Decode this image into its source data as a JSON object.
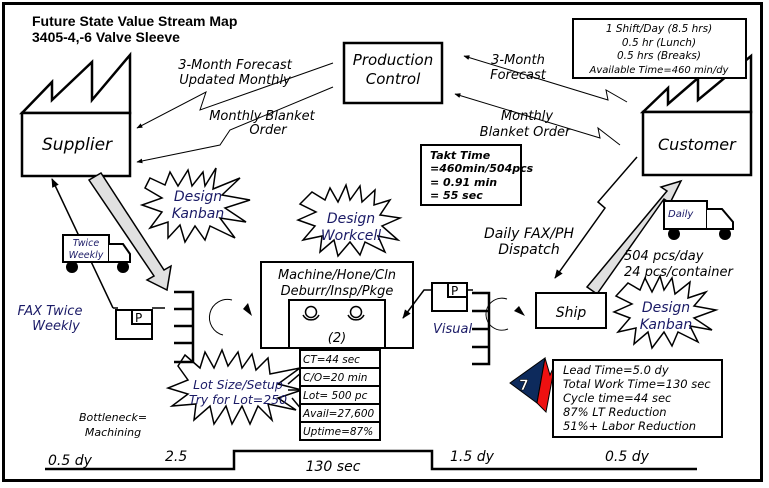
{
  "title": {
    "line1": "Future State Value Stream Map",
    "line2": "3405-4,-6 Valve Sleeve"
  },
  "supplier": {
    "label": "Supplier"
  },
  "customer": {
    "label": "Customer"
  },
  "production_control": {
    "line1": "Production",
    "line2": "Control"
  },
  "customer_info": {
    "lines": [
      "1 Shift/Day (8.5 hrs)",
      "0.5 hr (Lunch)",
      "0.5 hrs (Breaks)",
      "Available Time=460 min/dy"
    ]
  },
  "takt": {
    "lines": [
      "Takt Time",
      "=460min/504pcs",
      "= 0.91 min",
      "= 55 sec"
    ]
  },
  "info_flows": {
    "forecast_to_supplier": [
      "3-Month Forecast",
      "Updated Monthly"
    ],
    "order_to_supplier": [
      "Monthly Blanket",
      "Order"
    ],
    "forecast_from_customer": [
      "3-Month",
      "Forecast"
    ],
    "order_from_customer": [
      "Monthly",
      "Blanket Order"
    ],
    "daily_fax": [
      "Daily FAX/PH",
      "Dispatch"
    ],
    "fax_twice": [
      "FAX Twice",
      "Weekly"
    ],
    "visual": "Visual"
  },
  "trucks": {
    "supplier_truck": [
      "Twice",
      "Weekly"
    ],
    "customer_truck": "Daily"
  },
  "shipping": {
    "line1": "504 pcs/day",
    "line2": "24 pcs/container"
  },
  "kaizen": {
    "design_kanban_left": [
      "Design",
      "Kanban"
    ],
    "design_workcell": [
      "Design",
      "Workcell"
    ],
    "design_kanban_right": [
      "Design",
      "Kanban"
    ],
    "lot_size": [
      "Lot Size/Setup",
      "Try for Lot=250"
    ]
  },
  "process": {
    "name_line1": "Machine/Hone/Cln",
    "name_line2": "Deburr/Insp/Pkge",
    "operators": "(2)",
    "data": [
      "CT=44 sec",
      "C/O=20 min",
      "Lot= 500 pc",
      "Avail=27,600",
      "Uptime=87%"
    ]
  },
  "ship": {
    "label": "Ship"
  },
  "kanban_post": {
    "label": "P"
  },
  "bottleneck": [
    "Bottleneck=",
    "Machining"
  ],
  "badge": {
    "number": "7",
    "colors": {
      "navy": "#0d2a5c",
      "red": "#ee1111"
    }
  },
  "summary": {
    "lines": [
      "Lead Time=5.0 dy",
      "Total Work Time=130 sec",
      "Cycle time=44 sec",
      "87% LT Reduction",
      "51%+ Labor Reduction"
    ]
  },
  "timeline": {
    "segments": [
      "0.5 dy",
      "2.5",
      "130 sec",
      "1.5 dy",
      "0.5 dy"
    ]
  }
}
